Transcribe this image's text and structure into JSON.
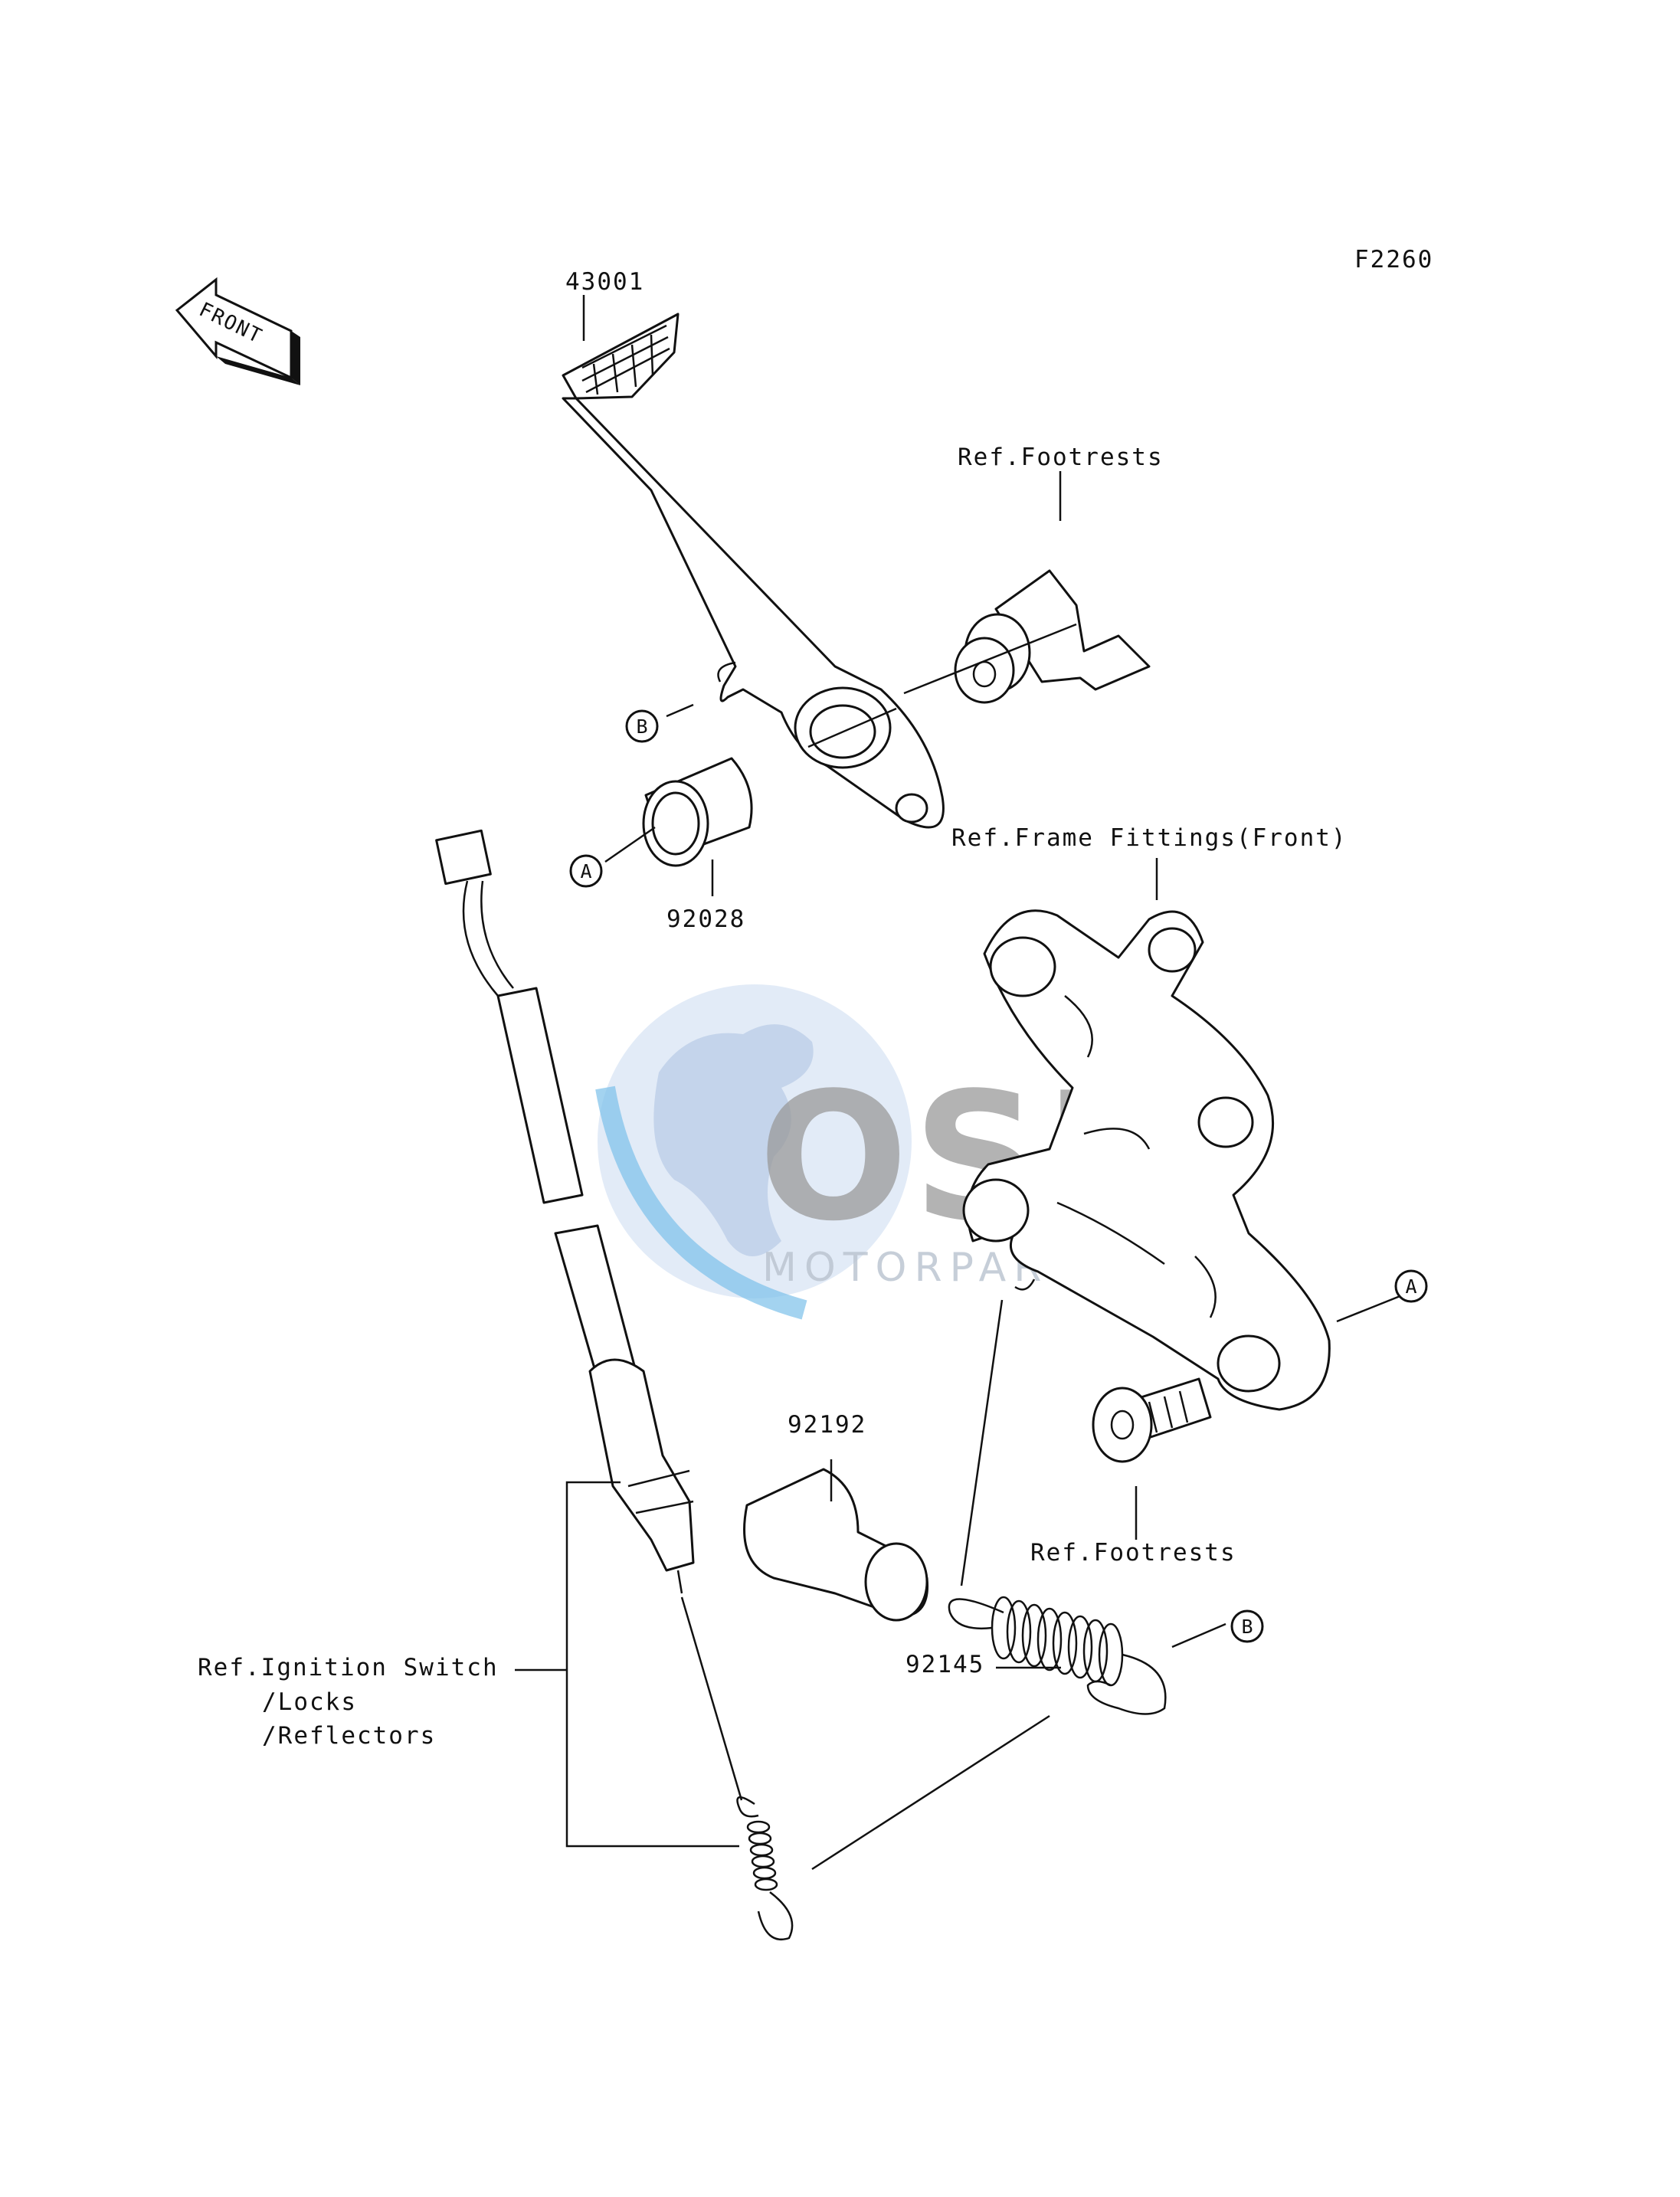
{
  "diagram_code": "F2260",
  "front_arrow_label": "FRONT",
  "parts": {
    "brake_pedal": "43001",
    "collar": "92028",
    "sleeve": "92192",
    "spring": "92145"
  },
  "references": {
    "footrests_top": "Ref.Footrests",
    "frame_fittings": "Ref.Frame Fittings(Front)",
    "footrests_bottom": "Ref.Footrests",
    "ignition_line1": "Ref.Ignition Switch",
    "ignition_line2": "/Locks",
    "ignition_line3": "/Reflectors"
  },
  "callouts": {
    "a": "A",
    "b": "B"
  },
  "watermark": {
    "brand": "OSM",
    "tagline": "MOTORPARTS"
  }
}
